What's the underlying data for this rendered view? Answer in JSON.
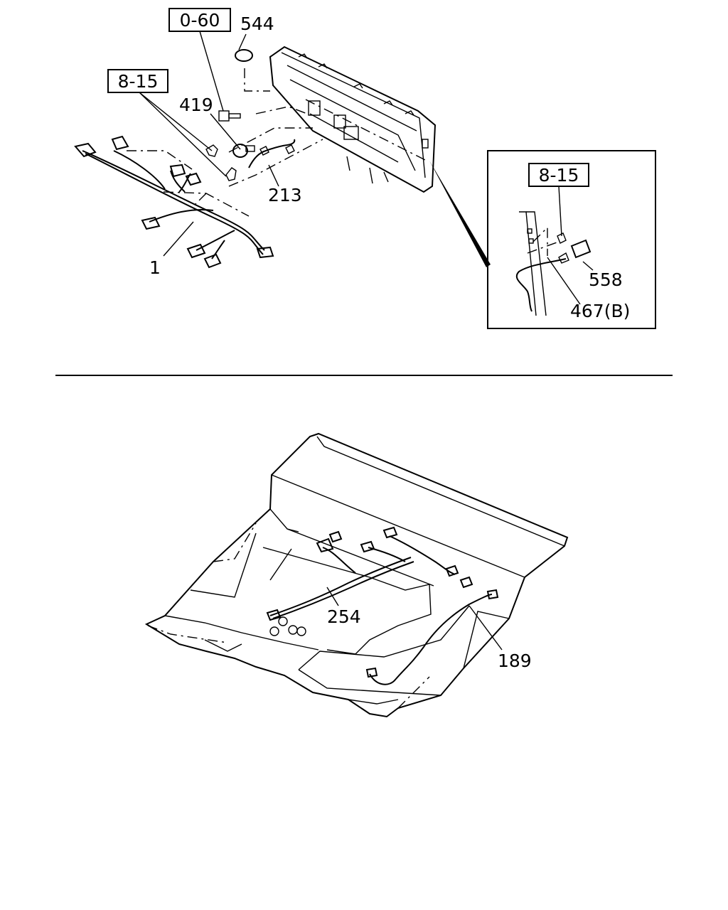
{
  "top_view": {
    "ref_boxes": [
      {
        "id": "ref_0_60",
        "text": "0-60"
      },
      {
        "id": "ref_8_15_left",
        "text": "8-15"
      },
      {
        "id": "ref_8_15_inset",
        "text": "8-15"
      }
    ],
    "callouts": {
      "c544": "544",
      "c419": "419",
      "c213": "213",
      "c1": "1",
      "c558": "558",
      "c467b": "467(B)"
    }
  },
  "bottom_view": {
    "callouts": {
      "c254": "254",
      "c189": "189"
    }
  }
}
